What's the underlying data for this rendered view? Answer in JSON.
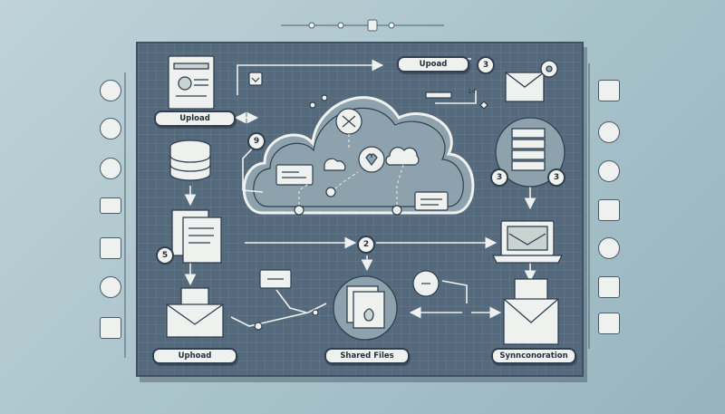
{
  "labels": {
    "upload_top": "Upoad",
    "upload_left": "Upload",
    "upload_bottom": "Uphoad",
    "shared_files": "Shared Files",
    "synchronisation": "Synnconoration",
    "small_text": "14"
  },
  "badges": {
    "top_right": "3",
    "left_mid": "9",
    "stack_left": "3",
    "stack_right": "3",
    "left_docs": "5",
    "center": "2"
  },
  "icons": {
    "left_column": [
      "globe-icon",
      "cloud-icon",
      "gauge-icon",
      "card-icon",
      "mail-icon",
      "monitor-icon",
      "envelope-icon"
    ],
    "right_column": [
      "image-icon",
      "wifi-icon",
      "globe-icon",
      "document-icon",
      "refresh-icon",
      "grid-icon",
      "display-icon"
    ]
  },
  "colors": {
    "background": "#a8c2ca",
    "board": "#55697c",
    "cloud": "#8ea2ad",
    "paper": "#eef1ee",
    "outline": "#2f3f50"
  }
}
